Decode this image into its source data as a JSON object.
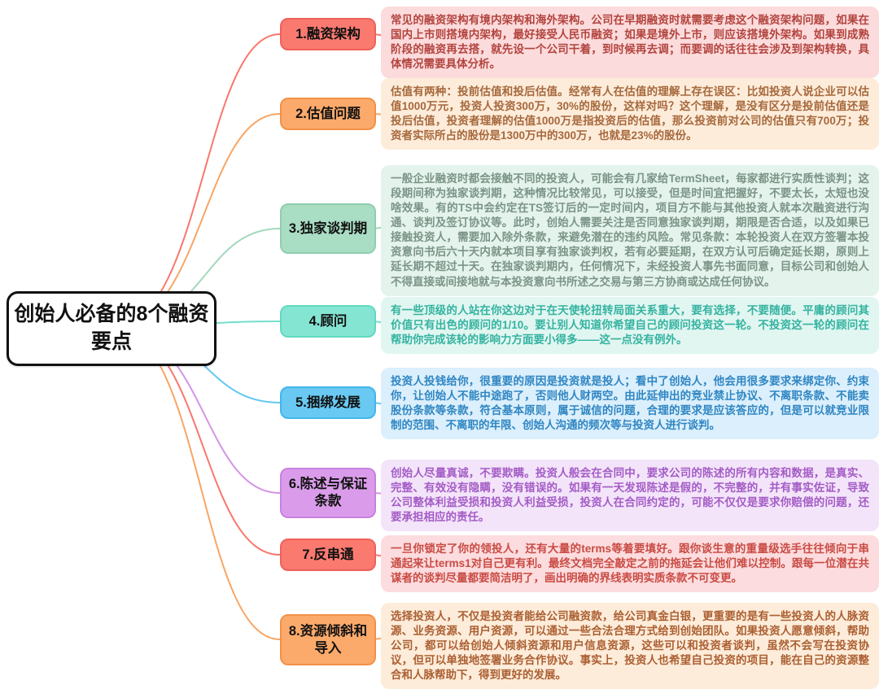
{
  "root": {
    "title": "创始人必备的8个融资要点"
  },
  "branches": [
    {
      "label": "1.融资架构",
      "text": "常见的融资架构有境内架构和海外架构。公司在早期融资时就需要考虑这个融资架构问题，如果在国内上市则搭境内架构，最好接受人民币融资；如果是境外上市，则应该搭境外架构。如果到成熟阶段的融资再去搭，就先设一个公司干着，到时候再去调；而要调的话往往会涉及到架构转换，具体情况需要具体分析。",
      "colors": {
        "label_bg": "#fb7a70",
        "label_border": "#ef615a",
        "line": "#f9776d",
        "text_bg": "#fcdbdc",
        "text_color": "#b2443e"
      }
    },
    {
      "label": "2.估值问题",
      "text": "估值有两种：投前估值和投后估值。经常有人在估值的理解上存在误区：比如投资人说企业可以估值1000万元，投资人投资300万，30%的股份，这样对吗？这个理解，是没有区分是投前估值还是投后估值，投资者理解的估值1000万是指投资后的估值，那么投资前对公司的估值只有700万；投资者实际所占的股份是1300万中的300万，也就是23%的股份。",
      "colors": {
        "label_bg": "#fcaa6b",
        "label_border": "#f29148",
        "line": "#f9a564",
        "text_bg": "#fdecda",
        "text_color": "#a6683c"
      }
    },
    {
      "label": "3.独家谈判期",
      "text": "一般企业融资时都会接触不同的投资人，可能会有几家给TermSheet，每家都进行实质性谈判；这段期间称为独家谈判期，这种情况比较常见，可以接受，但是时间宜把握好，不要太长，太短也没啥效果。有的TS中会约定在TS签订后的一定时间内，项目方不能与其他投资人就本次融资进行沟通、谈判及签订协议等。此时，创始人需要关注是否同意独家谈判期，期限是否合适，以及如果已接触投资人，需要加入除外条款，来避免潜在的违约风险。常见条款：本轮投资人在双方签署本投资意向书后六十天内就本项目享有独家谈判权，若有必要延期，在双方认可后确定延长期，原则上延长期不超过十天。在独家谈判期内，任何情况下，未经投资人事先书面同意，目标公司和创始人不得直接或间接地就与本投资意向书所述之交易与第三方协商或达成任何协议。",
      "colors": {
        "label_bg": "#a9ddc4",
        "label_border": "#8fceb0",
        "line": "#a2d8bd",
        "text_bg": "#e4f3ec",
        "text_color": "#7b9487"
      }
    },
    {
      "label": "4.顾问",
      "text": "有一些顶级的人站在你这边对于在天使轮扭转局面关系重大，要有选择，不要随便。平庸的顾问其价值只有出色的顾问的1/10。要让别人知道你希望自己的顾问投资这一轮。不投资这一轮的顾问在帮助你完成该轮的影响力方面要小得多——这一点没有例外。",
      "colors": {
        "label_bg": "#85e5d3",
        "label_border": "#63d8c2",
        "line": "#74dfcb",
        "text_bg": "#e1f6f1",
        "text_color": "#34b3a0"
      }
    },
    {
      "label": "5.捆绑发展",
      "text": "投资人投钱给你，很重要的原因是投资就是投人；看中了创始人，他会用很多要求来绑定你、约束你，让创始人不能中途跑了，否则他人财两空。由此延伸出的竞业禁止协议、不离职条款、不能卖股份条款等条款，符合基本原则，属于诚信的问题，合理的要求是应该答应的，但是可以就竞业限制的范围、不离职的年限、创始人沟通的频次等与投资人进行谈判。",
      "colors": {
        "label_bg": "#69c9f3",
        "label_border": "#44b6ea",
        "line": "#63c7f2",
        "text_bg": "#dbeffc",
        "text_color": "#2f86c2"
      }
    },
    {
      "label": "6.陈述与保证条款",
      "text": "创始人尽量真诚，不要欺瞒。投资人般会在合同中，要求公司的陈述的所有内容和数据，是真实、完整、有效没有隐瞒，没有错误的。如果有一天发现陈述是假的，不完整的，并有事实佐证，导致公司整体利益受损和投资人利益受损，投资人在合同约定的，可能不仅仅是要求你赔偿的问题，还要承担相应的责任。",
      "colors": {
        "label_bg": "#da9cea",
        "label_border": "#c980de",
        "line": "#d494e6",
        "text_bg": "#f3e4fa",
        "text_color": "#a45cc5"
      }
    },
    {
      "label": "7.反串通",
      "text": "一旦你锁定了你的领投人，还有大量的terms等着要填好。跟你谈生意的重量级选手往往倾向于串通起来让terms1对自己更有利。最终文档完全敲定之前的拖延会让他们难以控制。跟每一位潜在共谋者的谈判尽量都要简洁明了，画出明确的界线表明实质条款不可变更。",
      "colors": {
        "label_bg": "#fb7a70",
        "label_border": "#ef615a",
        "line": "#f9776d",
        "text_bg": "#fcdcde",
        "text_color": "#c94b44"
      }
    },
    {
      "label": "8.资源倾斜和导入",
      "text": "选择投资人，不仅是投资者能给公司融资款，给公司真金白银，更重要的是有一些投资人的人脉资源、业务资源、用户资源，可以通过一些合法合理方式给到创始团队。如果投资人愿意倾斜，帮助公司，都可以给创始人倾斜资源和用户信息资源，这些可以和投资者谈判，虽然不会写在投资协议，但可以单独地签署业务合作协议。事实上，投资人也希望自己投资的项目，能在自己的资源整合和人脉帮助下，得到更好的发展。",
      "colors": {
        "label_bg": "#fcaa6b",
        "label_border": "#f29148",
        "line": "#f9a564",
        "text_bg": "#fdecda",
        "text_color": "#ab5f31"
      }
    }
  ]
}
